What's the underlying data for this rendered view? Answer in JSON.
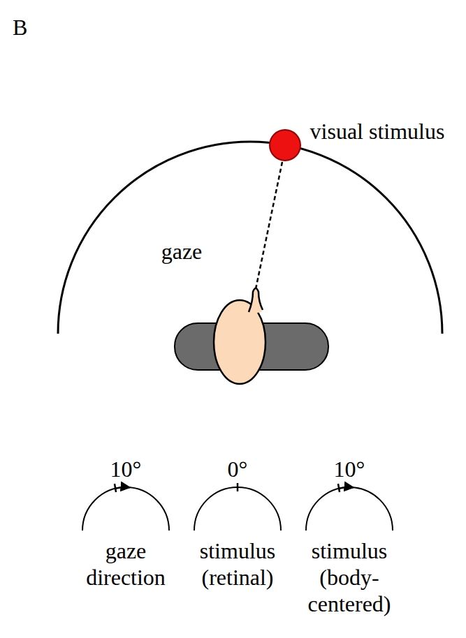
{
  "diagram": {
    "labels": [
      "B",
      "visual stimulus",
      "gaze",
      "10°",
      "0°",
      "10°",
      "gaze direction",
      "stimulus (retinal)",
      "stimulus (body- centered)"
    ]
  }
}
